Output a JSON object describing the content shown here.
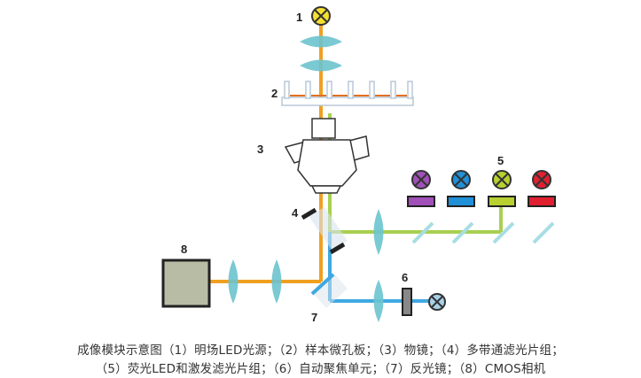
{
  "labels": [
    "1",
    "2",
    "3",
    "4",
    "5",
    "6",
    "7",
    "8"
  ],
  "caption": {
    "line1": "成像模块示意图（1）明场LED光源；（2）样本微孔板；（3）物镜；（4）多带通滤光片组；",
    "line2": "（5）荧光LED和激发滤光片组；（6）自动聚焦单元；（7）反光镜；（8）CMOS相机"
  },
  "colors": {
    "brightfield_beam": "#f0a020",
    "fluorescence_beam": "#a8d050",
    "autofocus_beam": "#40a8e0",
    "lens": "#6cc4cf",
    "camera": "#b8bca4",
    "led_violet": "#a050b8",
    "led_blue": "#2090d8",
    "led_green": "#b8d030",
    "led_red": "#e02030",
    "brightfield_led": "#f5e030"
  }
}
